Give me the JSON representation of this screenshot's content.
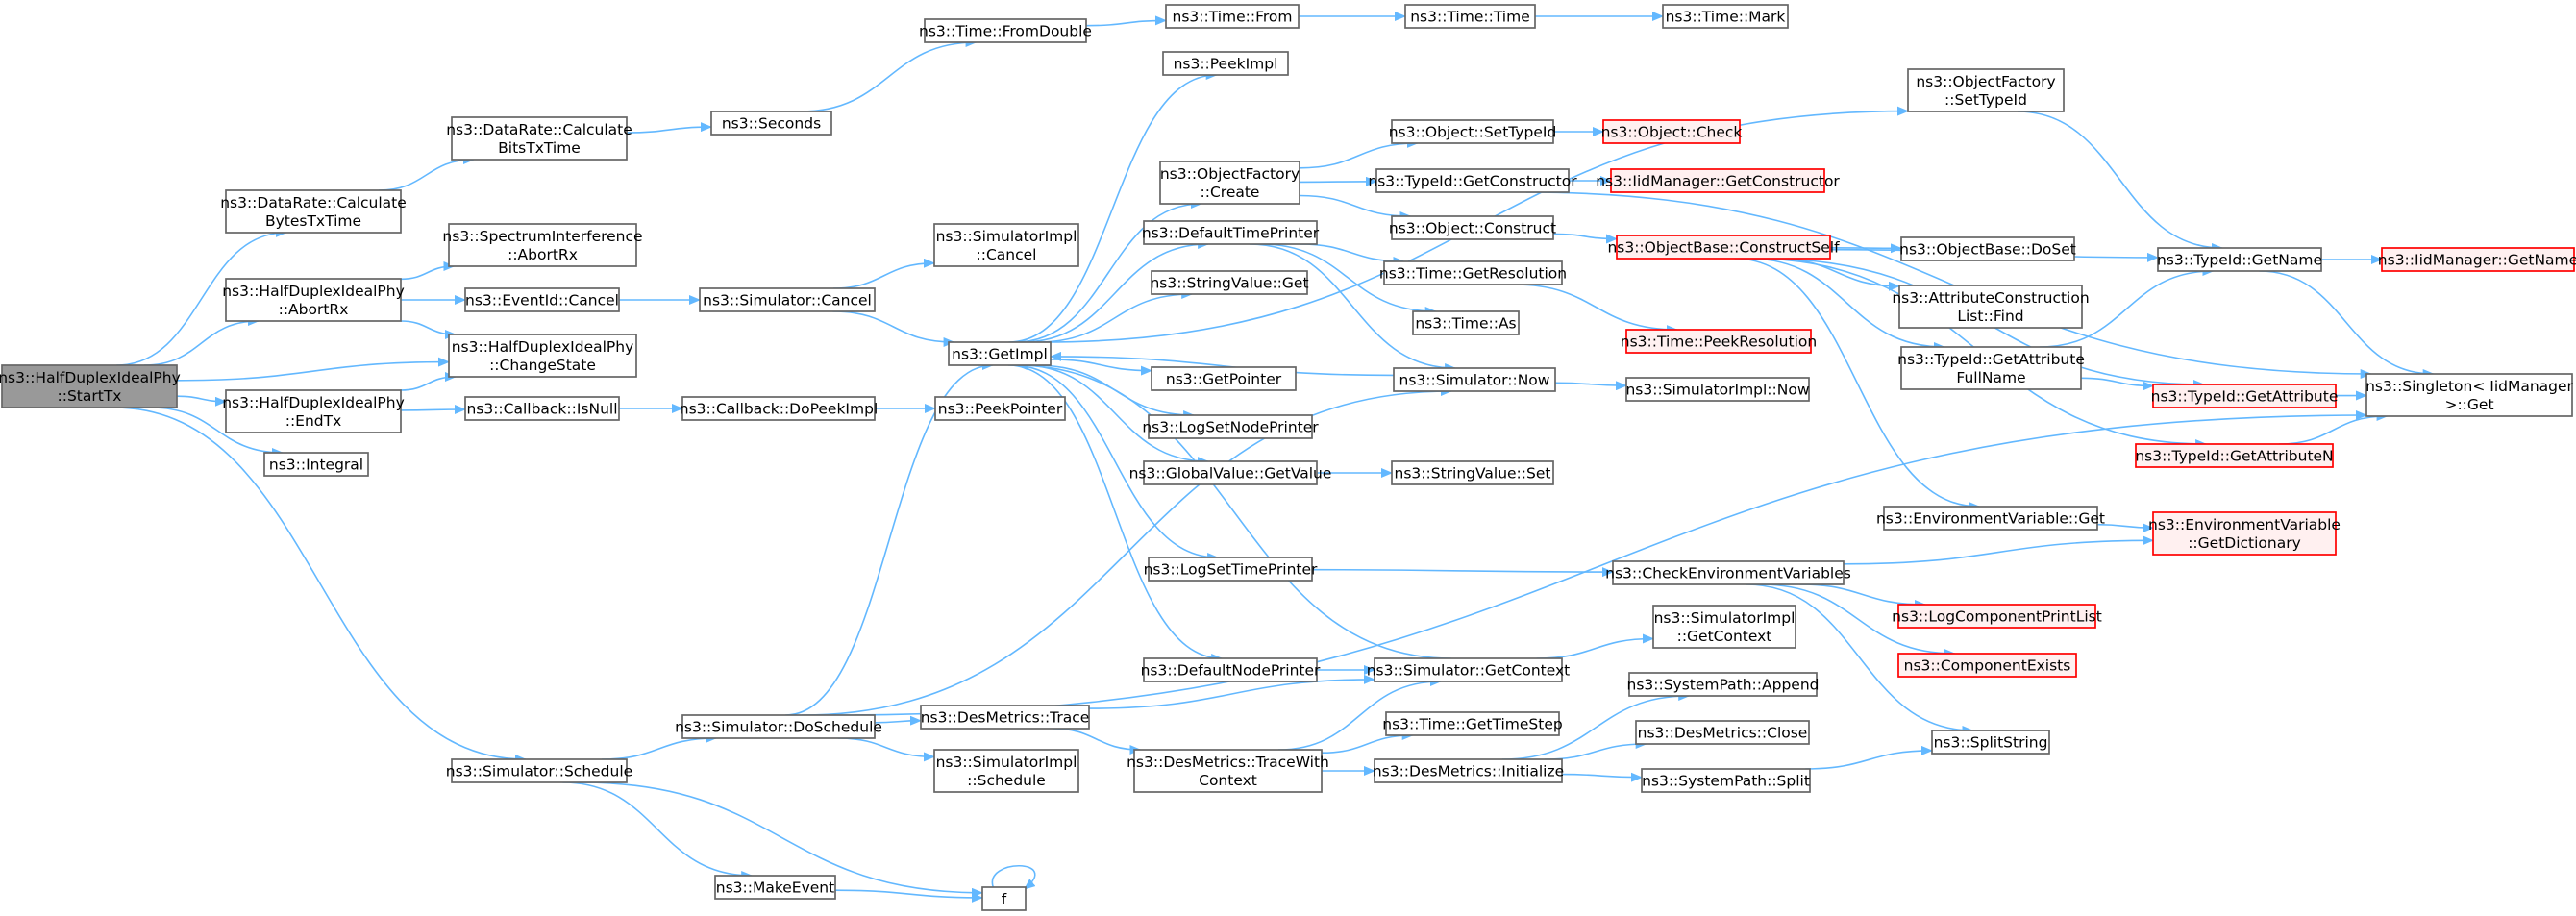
{
  "colors": {
    "edge": "#63b8ff",
    "node_border": "#666666",
    "node_fill": "#ffffff",
    "root_fill": "#999999",
    "root_border": "#666666",
    "truncated_border": "#ff0000",
    "truncated_fill": "#fff0f0"
  },
  "nodes": [
    {
      "id": "startTx",
      "lines": [
        "ns3::HalfDuplexIdealPhy",
        "::StartTx"
      ],
      "style": "root"
    },
    {
      "id": "calcBytes",
      "lines": [
        "ns3::DataRate::Calculate",
        "BytesTxTime"
      ]
    },
    {
      "id": "calcBits",
      "lines": [
        "ns3::DataRate::Calculate",
        "BitsTxTime"
      ]
    },
    {
      "id": "seconds",
      "lines": [
        "ns3::Seconds"
      ]
    },
    {
      "id": "fromDouble",
      "lines": [
        "ns3::Time::FromDouble"
      ]
    },
    {
      "id": "timeFrom",
      "lines": [
        "ns3::Time::From"
      ]
    },
    {
      "id": "timeTime",
      "lines": [
        "ns3::Time::Time"
      ]
    },
    {
      "id": "timeMark",
      "lines": [
        "ns3::Time::Mark"
      ]
    },
    {
      "id": "abortRx",
      "lines": [
        "ns3::HalfDuplexIdealPhy",
        "::AbortRx"
      ]
    },
    {
      "id": "specAbort",
      "lines": [
        "ns3::SpectrumInterference",
        "::AbortRx"
      ]
    },
    {
      "id": "eventCancel",
      "lines": [
        "ns3::EventId::Cancel"
      ]
    },
    {
      "id": "simCancel",
      "lines": [
        "ns3::Simulator::Cancel"
      ]
    },
    {
      "id": "implCancel",
      "lines": [
        "ns3::SimulatorImpl",
        "::Cancel"
      ]
    },
    {
      "id": "changeState",
      "lines": [
        "ns3::HalfDuplexIdealPhy",
        "::ChangeState"
      ]
    },
    {
      "id": "endTx",
      "lines": [
        "ns3::HalfDuplexIdealPhy",
        "::EndTx"
      ]
    },
    {
      "id": "isNull",
      "lines": [
        "ns3::Callback::IsNull"
      ]
    },
    {
      "id": "doPeekImpl",
      "lines": [
        "ns3::Callback::DoPeekImpl"
      ]
    },
    {
      "id": "peekPointer",
      "lines": [
        "ns3::PeekPointer"
      ]
    },
    {
      "id": "integral",
      "lines": [
        "ns3::Integral"
      ]
    },
    {
      "id": "schedule",
      "lines": [
        "ns3::Simulator::Schedule"
      ]
    },
    {
      "id": "doSchedule",
      "lines": [
        "ns3::Simulator::DoSchedule"
      ]
    },
    {
      "id": "desTrace",
      "lines": [
        "ns3::DesMetrics::Trace"
      ]
    },
    {
      "id": "traceWith",
      "lines": [
        "ns3::DesMetrics::TraceWith",
        "Context"
      ]
    },
    {
      "id": "implSchedule",
      "lines": [
        "ns3::SimulatorImpl",
        "::Schedule"
      ]
    },
    {
      "id": "makeEvent",
      "lines": [
        "ns3::MakeEvent"
      ]
    },
    {
      "id": "f",
      "lines": [
        "f"
      ]
    },
    {
      "id": "getImpl",
      "lines": [
        "ns3::GetImpl"
      ]
    },
    {
      "id": "peekImpl",
      "lines": [
        "ns3::PeekImpl"
      ]
    },
    {
      "id": "ofCreate",
      "lines": [
        "ns3::ObjectFactory",
        "::Create"
      ]
    },
    {
      "id": "defTimePrinter",
      "lines": [
        "ns3::DefaultTimePrinter"
      ]
    },
    {
      "id": "strValGet",
      "lines": [
        "ns3::StringValue::Get"
      ]
    },
    {
      "id": "getPointer",
      "lines": [
        "ns3::GetPointer"
      ]
    },
    {
      "id": "logSetNode",
      "lines": [
        "ns3::LogSetNodePrinter"
      ]
    },
    {
      "id": "gvGetValue",
      "lines": [
        "ns3::GlobalValue::GetValue"
      ]
    },
    {
      "id": "logSetTime",
      "lines": [
        "ns3::LogSetTimePrinter"
      ]
    },
    {
      "id": "defNodePrinter",
      "lines": [
        "ns3::DefaultNodePrinter"
      ]
    },
    {
      "id": "objSetTypeId",
      "lines": [
        "ns3::Object::SetTypeId"
      ]
    },
    {
      "id": "objCheck",
      "lines": [
        "ns3::Object::Check"
      ],
      "style": "truncated"
    },
    {
      "id": "tidGetCtor",
      "lines": [
        "ns3::TypeId::GetConstructor"
      ]
    },
    {
      "id": "iidGetCtor",
      "lines": [
        "ns3::IidManager::GetConstructor"
      ],
      "style": "truncated"
    },
    {
      "id": "objConstruct",
      "lines": [
        "ns3::Object::Construct"
      ]
    },
    {
      "id": "timeGetRes",
      "lines": [
        "ns3::Time::GetResolution"
      ]
    },
    {
      "id": "timeAs",
      "lines": [
        "ns3::Time::As"
      ]
    },
    {
      "id": "timePeekRes",
      "lines": [
        "ns3::Time::PeekResolution"
      ],
      "style": "truncated"
    },
    {
      "id": "simNow",
      "lines": [
        "ns3::Simulator::Now"
      ]
    },
    {
      "id": "implNow",
      "lines": [
        "ns3::SimulatorImpl::Now"
      ]
    },
    {
      "id": "strValSet",
      "lines": [
        "ns3::StringValue::Set"
      ]
    },
    {
      "id": "simGetContext",
      "lines": [
        "ns3::Simulator::GetContext"
      ]
    },
    {
      "id": "implGetContext",
      "lines": [
        "ns3::SimulatorImpl",
        "::GetContext"
      ]
    },
    {
      "id": "timeGetStep",
      "lines": [
        "ns3::Time::GetTimeStep"
      ]
    },
    {
      "id": "desInit",
      "lines": [
        "ns3::DesMetrics::Initialize"
      ]
    },
    {
      "id": "spAppend",
      "lines": [
        "ns3::SystemPath::Append"
      ]
    },
    {
      "id": "desClose",
      "lines": [
        "ns3::DesMetrics::Close"
      ]
    },
    {
      "id": "spSplit",
      "lines": [
        "ns3::SystemPath::Split"
      ]
    },
    {
      "id": "splitString",
      "lines": [
        "ns3::SplitString"
      ]
    },
    {
      "id": "ofSetTypeId",
      "lines": [
        "ns3::ObjectFactory",
        "::SetTypeId"
      ]
    },
    {
      "id": "obConstructSelf",
      "lines": [
        "ns3::ObjectBase::ConstructSelf"
      ],
      "style": "truncated"
    },
    {
      "id": "obDoSet",
      "lines": [
        "ns3::ObjectBase::DoSet"
      ]
    },
    {
      "id": "acListFind",
      "lines": [
        "ns3::AttributeConstruction",
        "List::Find"
      ]
    },
    {
      "id": "tidGetAttrFull",
      "lines": [
        "ns3::TypeId::GetAttribute",
        "FullName"
      ]
    },
    {
      "id": "tidGetName",
      "lines": [
        "ns3::TypeId::GetName"
      ]
    },
    {
      "id": "iidGetName",
      "lines": [
        "ns3::IidManager::GetName"
      ],
      "style": "truncated"
    },
    {
      "id": "tidGetAttr",
      "lines": [
        "ns3::TypeId::GetAttribute"
      ],
      "style": "truncated"
    },
    {
      "id": "tidGetAttrN",
      "lines": [
        "ns3::TypeId::GetAttributeN"
      ],
      "style": "truncated"
    },
    {
      "id": "singletonGet",
      "lines": [
        "ns3::Singleton< IidManager",
        ">::Get"
      ]
    },
    {
      "id": "envVarGet",
      "lines": [
        "ns3::EnvironmentVariable::Get"
      ]
    },
    {
      "id": "envVarGetDict",
      "lines": [
        "ns3::EnvironmentVariable",
        "::GetDictionary"
      ],
      "style": "truncated"
    },
    {
      "id": "checkEnvVars",
      "lines": [
        "ns3::CheckEnvironmentVariables"
      ]
    },
    {
      "id": "logCompPrint",
      "lines": [
        "ns3::LogComponentPrintList"
      ],
      "style": "truncated"
    },
    {
      "id": "compExists",
      "lines": [
        "ns3::ComponentExists"
      ],
      "style": "truncated"
    }
  ],
  "edges": [
    [
      "startTx",
      "calcBytes"
    ],
    [
      "startTx",
      "abortRx"
    ],
    [
      "startTx",
      "changeState"
    ],
    [
      "startTx",
      "endTx"
    ],
    [
      "startTx",
      "integral"
    ],
    [
      "startTx",
      "schedule"
    ],
    [
      "calcBytes",
      "calcBits"
    ],
    [
      "calcBits",
      "seconds"
    ],
    [
      "seconds",
      "fromDouble"
    ],
    [
      "fromDouble",
      "timeFrom"
    ],
    [
      "timeFrom",
      "timeTime"
    ],
    [
      "timeTime",
      "timeMark"
    ],
    [
      "abortRx",
      "specAbort"
    ],
    [
      "abortRx",
      "eventCancel"
    ],
    [
      "abortRx",
      "changeState"
    ],
    [
      "eventCancel",
      "simCancel"
    ],
    [
      "simCancel",
      "implCancel"
    ],
    [
      "simCancel",
      "getImpl"
    ],
    [
      "endTx",
      "changeState"
    ],
    [
      "endTx",
      "isNull"
    ],
    [
      "isNull",
      "doPeekImpl"
    ],
    [
      "doPeekImpl",
      "peekPointer"
    ],
    [
      "schedule",
      "doSchedule"
    ],
    [
      "schedule",
      "makeEvent"
    ],
    [
      "schedule",
      "f"
    ],
    [
      "makeEvent",
      "f"
    ],
    [
      "f",
      "f"
    ],
    [
      "doSchedule",
      "desTrace"
    ],
    [
      "doSchedule",
      "implSchedule"
    ],
    [
      "doSchedule",
      "getImpl"
    ],
    [
      "doSchedule",
      "simNow"
    ],
    [
      "doSchedule",
      "singletonGet"
    ],
    [
      "desTrace",
      "traceWith"
    ],
    [
      "desTrace",
      "simGetContext"
    ],
    [
      "traceWith",
      "timeGetStep"
    ],
    [
      "traceWith",
      "desInit"
    ],
    [
      "traceWith",
      "simGetContext"
    ],
    [
      "getImpl",
      "peekImpl"
    ],
    [
      "getImpl",
      "ofCreate"
    ],
    [
      "getImpl",
      "defTimePrinter"
    ],
    [
      "getImpl",
      "strValGet"
    ],
    [
      "getImpl",
      "getPointer"
    ],
    [
      "getImpl",
      "logSetNode"
    ],
    [
      "getImpl",
      "gvGetValue"
    ],
    [
      "getImpl",
      "logSetTime"
    ],
    [
      "getImpl",
      "defNodePrinter"
    ],
    [
      "getImpl",
      "ofSetTypeId"
    ],
    [
      "ofCreate",
      "objSetTypeId"
    ],
    [
      "ofCreate",
      "tidGetCtor"
    ],
    [
      "ofCreate",
      "objConstruct"
    ],
    [
      "objSetTypeId",
      "objCheck"
    ],
    [
      "tidGetCtor",
      "iidGetCtor"
    ],
    [
      "tidGetCtor",
      "singletonGet"
    ],
    [
      "objConstruct",
      "obConstructSelf"
    ],
    [
      "defTimePrinter",
      "timeGetRes"
    ],
    [
      "defTimePrinter",
      "timeAs"
    ],
    [
      "defTimePrinter",
      "simNow"
    ],
    [
      "timeGetRes",
      "timePeekRes"
    ],
    [
      "gvGetValue",
      "strValSet"
    ],
    [
      "simNow",
      "getImpl"
    ],
    [
      "simNow",
      "implNow"
    ],
    [
      "defNodePrinter",
      "simGetContext"
    ],
    [
      "simGetContext",
      "getImpl"
    ],
    [
      "simGetContext",
      "implGetContext"
    ],
    [
      "logSetTime",
      "checkEnvVars"
    ],
    [
      "desInit",
      "spAppend"
    ],
    [
      "desInit",
      "desClose"
    ],
    [
      "desInit",
      "spSplit"
    ],
    [
      "spSplit",
      "splitString"
    ],
    [
      "ofSetTypeId",
      "tidGetName"
    ],
    [
      "obConstructSelf",
      "obDoSet"
    ],
    [
      "obConstructSelf",
      "acListFind"
    ],
    [
      "obConstructSelf",
      "tidGetAttrFull"
    ],
    [
      "obConstructSelf",
      "tidGetName"
    ],
    [
      "obConstructSelf",
      "tidGetAttr"
    ],
    [
      "obConstructSelf",
      "tidGetAttrN"
    ],
    [
      "obConstructSelf",
      "envVarGet"
    ],
    [
      "tidGetAttrFull",
      "tidGetName"
    ],
    [
      "tidGetAttrFull",
      "tidGetAttr"
    ],
    [
      "tidGetName",
      "iidGetName"
    ],
    [
      "tidGetName",
      "singletonGet"
    ],
    [
      "tidGetAttr",
      "singletonGet"
    ],
    [
      "tidGetAttrN",
      "singletonGet"
    ],
    [
      "envVarGet",
      "envVarGetDict"
    ],
    [
      "checkEnvVars",
      "envVarGetDict"
    ],
    [
      "checkEnvVars",
      "logCompPrint"
    ],
    [
      "checkEnvVars",
      "compExists"
    ],
    [
      "checkEnvVars",
      "splitString"
    ]
  ]
}
